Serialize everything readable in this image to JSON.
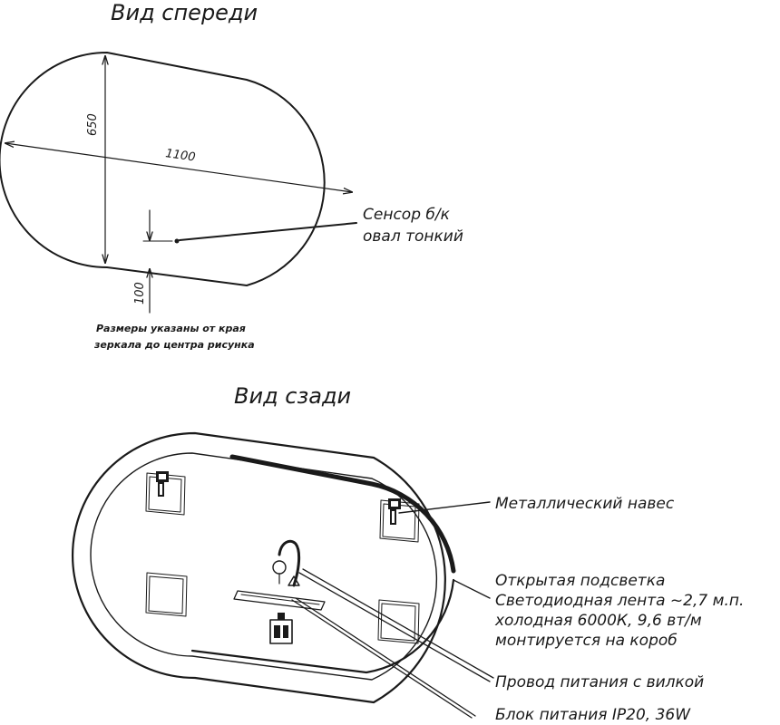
{
  "front_view": {
    "title": "Вид спереди",
    "dim_height": "650",
    "dim_width": "1100",
    "dim_offset": "100",
    "sensor_label_1": "Сенсор б/к",
    "sensor_label_2": "овал тонкий",
    "note_1": "Размеры указаны от края",
    "note_2": "зеркала до центра рисунка"
  },
  "rear_view": {
    "title": "Вид сзади",
    "callouts": {
      "hanger": "Металлический навес",
      "backlight_1": "Открытая подсветка",
      "backlight_2": "Светодиодная лента ~2,7 м.п.",
      "backlight_3": "холодная 6000К, 9,6 вт/м",
      "backlight_4": "монтируется на короб",
      "cable": "Провод питания с вилкой",
      "psu": "Блок питания IP20, 36W"
    }
  }
}
